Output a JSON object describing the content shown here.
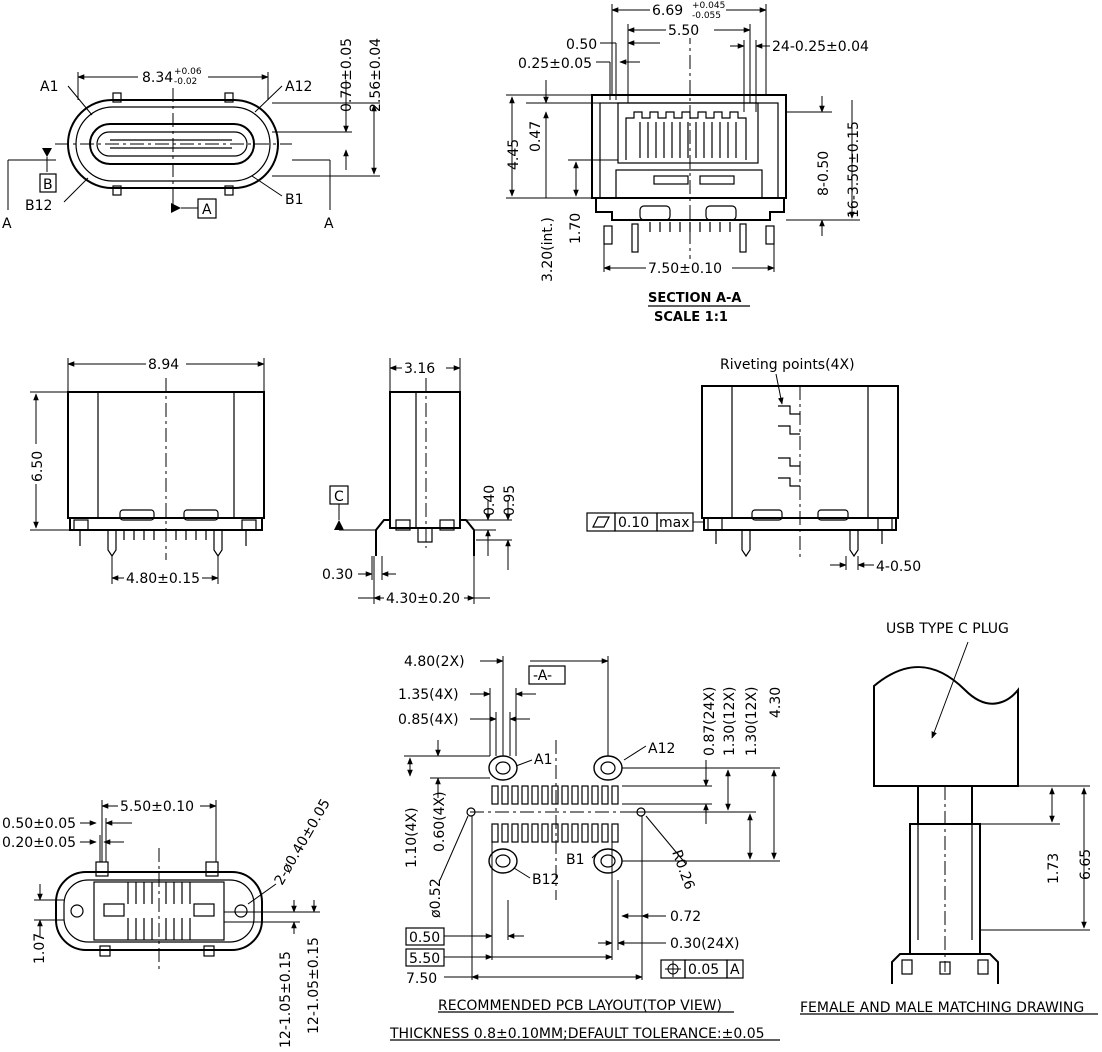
{
  "front_view": {
    "width": "8.34",
    "width_tol_plus": "+0.06",
    "width_tol_minus": "-0.02",
    "depth_0": "0.70±0.05",
    "depth_1": "2.56±0.04",
    "pin_a1": "A1",
    "pin_a12": "A12",
    "pin_b12": "B12",
    "pin_b1": "B1",
    "datum_b": "B",
    "datum_a": "A",
    "section_left": "A",
    "section_right": "A"
  },
  "section": {
    "top_width": "6.69",
    "top_tol_plus": "+0.045",
    "top_tol_minus": "-0.055",
    "d_050": "0.50",
    "d_550": "5.50",
    "d_pins": "24-0.25±0.04",
    "d_025": "0.25±0.05",
    "d_445": "4.45",
    "d_047": "0.47",
    "d_320": "3.20(int.)",
    "d_170": "1.70",
    "d_8050": "8-0.50",
    "d_16350": "16-3.50±0.15",
    "d_750": "7.50±0.10",
    "title": "SECTION A-A",
    "scale": "SCALE 1:1"
  },
  "side_view_1": {
    "width": "8.94",
    "height": "6.50",
    "pitch": "4.80±0.15"
  },
  "side_view_2": {
    "width": "3.16",
    "d_040": "0.40",
    "d_095": "0.95",
    "d_030": "0.30",
    "d_430": "4.30±0.20",
    "datum_c": "C"
  },
  "side_view_3": {
    "label": "Riveting points(4X)",
    "flatness": "0.10",
    "flatness_unit": "max",
    "d_4050": "4-0.50"
  },
  "bottom_view": {
    "d_550": "5.50±0.10",
    "d_050": "0.50±0.05",
    "d_020": "0.20±0.05",
    "d_holes": "2-ø0.40±0.05",
    "d_107": "1.07",
    "d_12a": "12-1.05±0.15",
    "d_12b": "12-1.05±0.15"
  },
  "pcb_layout": {
    "d_480": "4.80(2X)",
    "d_135": "1.35(4X)",
    "d_085": "0.85(4X)",
    "datum_a": "-A-",
    "d_087": "0.87(24X)",
    "d_130a": "1.30(12X)",
    "d_130b": "1.30(12X)",
    "d_430": "4.30",
    "d_110": "1.10(4X)",
    "d_060": "0.60(4X)",
    "d_052": "ø0.52",
    "d_026": "R0.26",
    "d_072": "0.72",
    "d_030": "0.30(24X)",
    "box_050": "0.50",
    "box_550": "5.50",
    "d_750": "7.50",
    "position_tol": "0.05",
    "position_datum": "A",
    "pin_a1": "A1",
    "pin_a12": "A12",
    "pin_b1": "B1",
    "pin_b12": "B12",
    "title": "RECOMMENDED PCB LAYOUT(TOP VIEW)",
    "subtitle": "THICKNESS 0.8±0.10MM;DEFAULT TOLERANCE:±0.05"
  },
  "matching": {
    "label": "USB TYPE C PLUG",
    "d_173": "1.73",
    "d_665": "6.65",
    "title": "FEMALE AND MALE MATCHING DRAWING"
  }
}
